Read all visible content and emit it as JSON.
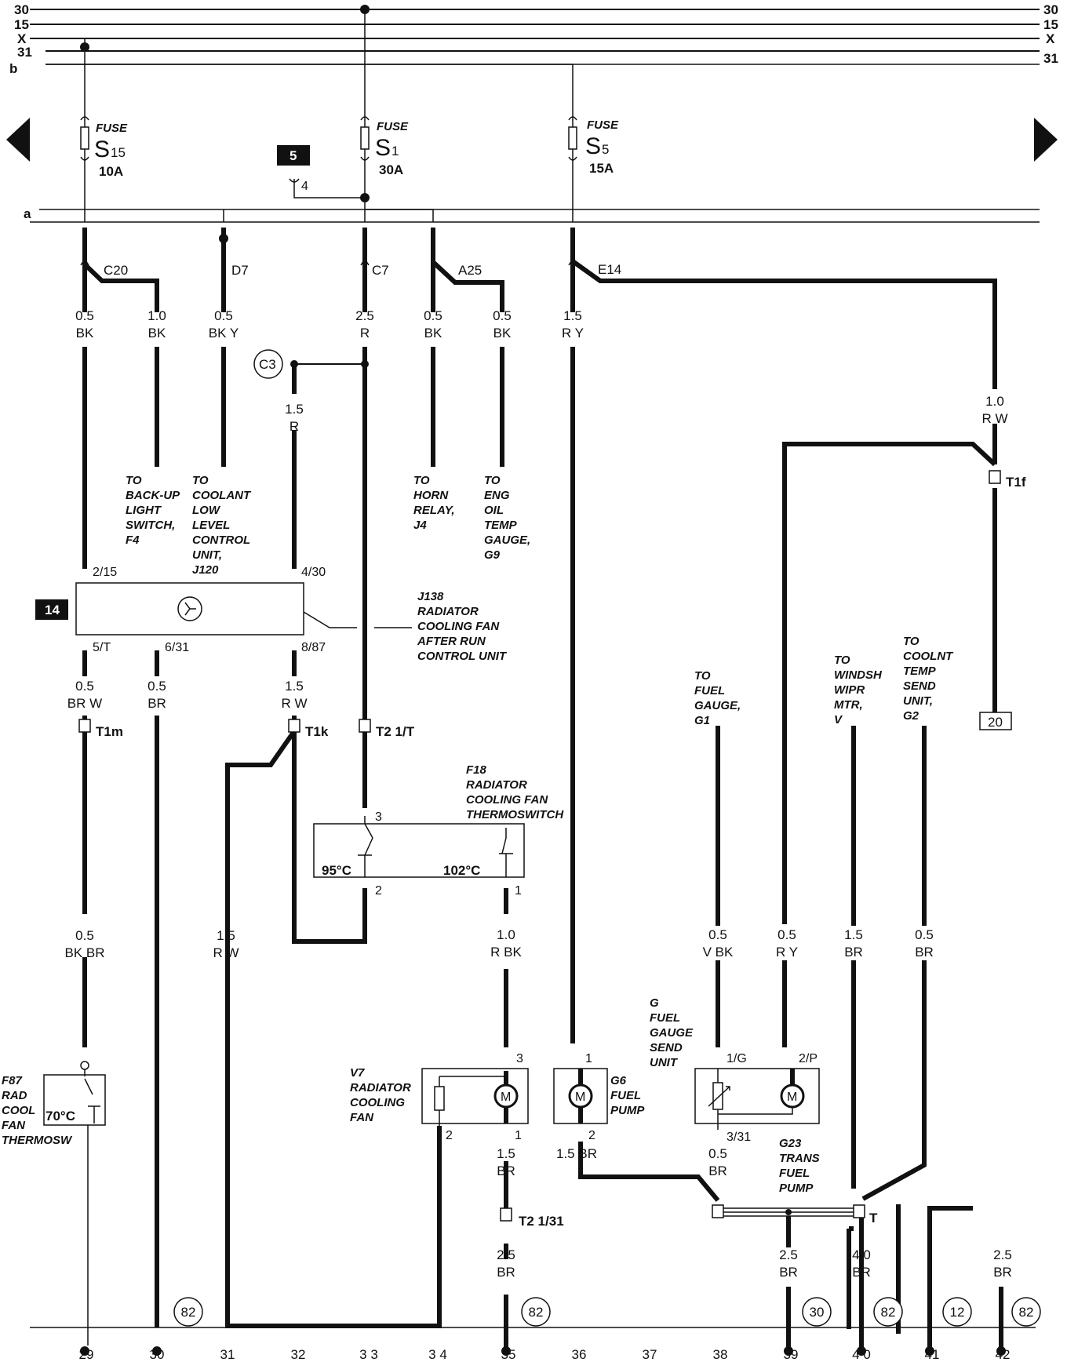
{
  "bus": {
    "l30": "30",
    "l15": "15",
    "lX": "X",
    "l31": "31",
    "lb": "b",
    "la": "a",
    "r30": "30",
    "r15": "15",
    "rX": "X",
    "r31": "31"
  },
  "fuses": [
    {
      "word": "FUSE",
      "letter": "S",
      "sub": "15",
      "rating": "10A"
    },
    {
      "word": "FUSE",
      "letter": "S",
      "sub": "1",
      "rating": "30A"
    },
    {
      "word": "FUSE",
      "letter": "S",
      "sub": "5",
      "rating": "15A"
    }
  ],
  "boxes": {
    "b5": "5",
    "b14": "14",
    "pin4": "4",
    "c3": "C3",
    "ref20": "20"
  },
  "connectors": {
    "c20": "C20",
    "d7": "D7",
    "c7": "C7",
    "a25": "A25",
    "e14": "E14",
    "t1m": "T1m",
    "t1k": "T1k",
    "t21t": "T2 1/T",
    "t1f": "T1f",
    "t2131": "T2 1/31",
    "t": "T"
  },
  "wires": [
    {
      "size": "0.5",
      "color": "BK"
    },
    {
      "size": "1.0",
      "color": "BK"
    },
    {
      "size": "0.5",
      "color": "BK Y"
    },
    {
      "size": "2.5",
      "color": "R"
    },
    {
      "size": "0.5",
      "color": "BK"
    },
    {
      "size": "0.5",
      "color": "BK"
    },
    {
      "size": "1.5",
      "color": "R Y"
    },
    {
      "size": "1.5",
      "color": "R"
    },
    {
      "size": "1.0",
      "color": "R W"
    },
    {
      "size": "0.5",
      "color": "BR W"
    },
    {
      "size": "0.5",
      "color": "BR"
    },
    {
      "size": "1.5",
      "color": "R W"
    },
    {
      "size": "0.5",
      "color": "BK BR"
    },
    {
      "size": "1.5",
      "color": "R W"
    },
    {
      "size": "1.0",
      "color": "R BK"
    },
    {
      "size": "0.5",
      "color": "V BK"
    },
    {
      "size": "0.5",
      "color": "R Y"
    },
    {
      "size": "1.5",
      "color": "BR"
    },
    {
      "size": "0.5",
      "color": "BR"
    },
    {
      "size": "1.5",
      "color": "BR"
    },
    {
      "size": "1.5 BR",
      "color": ""
    },
    {
      "size": "0.5",
      "color": "BR"
    },
    {
      "size": "2.5",
      "color": "BR"
    },
    {
      "size": "2.5",
      "color": "BR"
    },
    {
      "size": "4.0",
      "color": "BR"
    },
    {
      "size": "2.5",
      "color": "BR"
    }
  ],
  "destinations": {
    "backup": [
      "TO",
      "BACK-UP",
      "LIGHT",
      "SWITCH,",
      "F4"
    ],
    "coolant": [
      "TO",
      "COOLANT",
      "LOW",
      "LEVEL",
      "CONTROL",
      "UNIT,",
      "J120"
    ],
    "horn": [
      "TO",
      "HORN",
      "RELAY,",
      "J4"
    ],
    "oil": [
      "TO",
      "ENG",
      "OIL",
      "TEMP",
      "GAUGE,",
      "G9"
    ],
    "fuelgauge": [
      "TO",
      "FUEL",
      "GAUGE,",
      "G1"
    ],
    "wiper": [
      "TO",
      "WINDSH",
      "WIPR",
      "MTR,",
      "V"
    ],
    "coolnt": [
      "TO",
      "COOLNT",
      "TEMP",
      "SEND",
      "UNIT,",
      "G2"
    ]
  },
  "components": {
    "j138": [
      "J138",
      "RADIATOR",
      "COOLING FAN",
      "AFTER RUN",
      "CONTROL UNIT"
    ],
    "f18": [
      "F18",
      "RADIATOR",
      "COOLING FAN",
      "THERMOSWITCH"
    ],
    "f87": [
      "F87",
      "RAD",
      "COOL",
      "FAN",
      "THERMOSW"
    ],
    "v7": [
      "V7",
      "RADIATOR",
      "COOLING",
      "FAN"
    ],
    "g6": [
      "G6",
      "FUEL",
      "PUMP"
    ],
    "g": [
      "G",
      "FUEL",
      "GAUGE",
      "SEND",
      "UNIT"
    ],
    "g23": [
      "G23",
      "TRANS",
      "FUEL",
      "PUMP"
    ]
  },
  "pins": {
    "j215": "2/15",
    "j430": "4/30",
    "j5t": "5/T",
    "j631": "6/31",
    "j887": "8/87",
    "f3": "3",
    "f2": "2",
    "f1": "1",
    "v3": "3",
    "v2": "2",
    "v1": "1",
    "g61": "1",
    "g62": "2",
    "g1g": "1/G",
    "g2p": "2/P",
    "g331": "3/31"
  },
  "temps": {
    "t95": "95°C",
    "t102": "102°C",
    "t70": "70°C"
  },
  "motor": "M",
  "circles": [
    "82",
    "82",
    "30",
    "82",
    "12",
    "82"
  ],
  "bottom": [
    "29",
    "30",
    "31",
    "32",
    "3 3",
    "3 4",
    "35",
    "36",
    "37",
    "38",
    "39",
    "4 0",
    "41",
    "42"
  ]
}
